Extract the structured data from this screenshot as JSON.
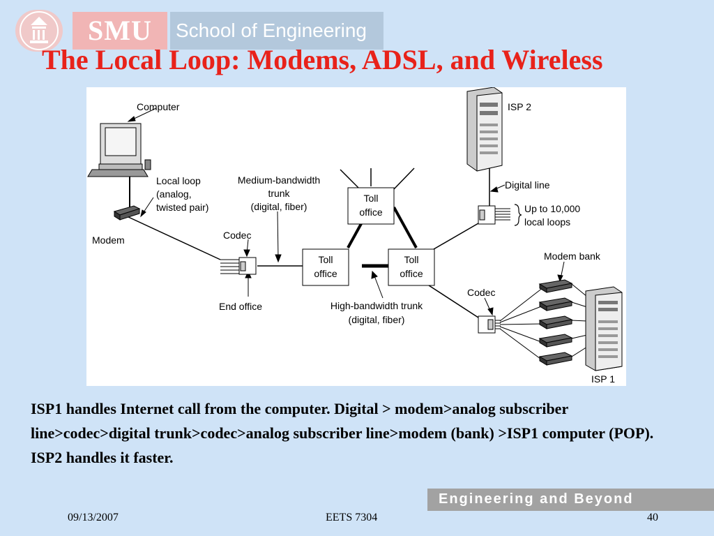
{
  "header": {
    "logo_smu": "SMU",
    "logo_school": "School of Engineering"
  },
  "slide": {
    "title": "The Local Loop: Modems, ADSL, and Wireless",
    "caption": "ISP1 handles Internet call from the computer. Digital > modem>analog subscriber line>codec>digital trunk>codec>analog subscriber line>modem (bank) >ISP1 computer (POP). ISP2 handles it faster."
  },
  "diagram": {
    "computer": "Computer",
    "modem": "Modem",
    "local_loop": [
      "Local loop",
      "(analog,",
      "twisted pair)"
    ],
    "medium_trunk": [
      "Medium-bandwidth",
      "trunk",
      "(digital, fiber)"
    ],
    "codec_left": "Codec",
    "end_office": "End office",
    "toll_top": [
      "Toll",
      "office"
    ],
    "toll_left": [
      "Toll",
      "office"
    ],
    "toll_right": [
      "Toll",
      "office"
    ],
    "high_trunk": [
      "High-bandwidth trunk",
      "(digital, fiber)"
    ],
    "isp2": "ISP 2",
    "digital_line": "Digital line",
    "up_to": [
      "Up to 10,000",
      "local loops"
    ],
    "modem_bank": "Modem bank",
    "codec_right": "Codec",
    "isp1": "ISP 1"
  },
  "footer": {
    "banner": "Engineering and Beyond",
    "date": "09/13/2007",
    "course": "EETS 7304",
    "page": "40"
  }
}
